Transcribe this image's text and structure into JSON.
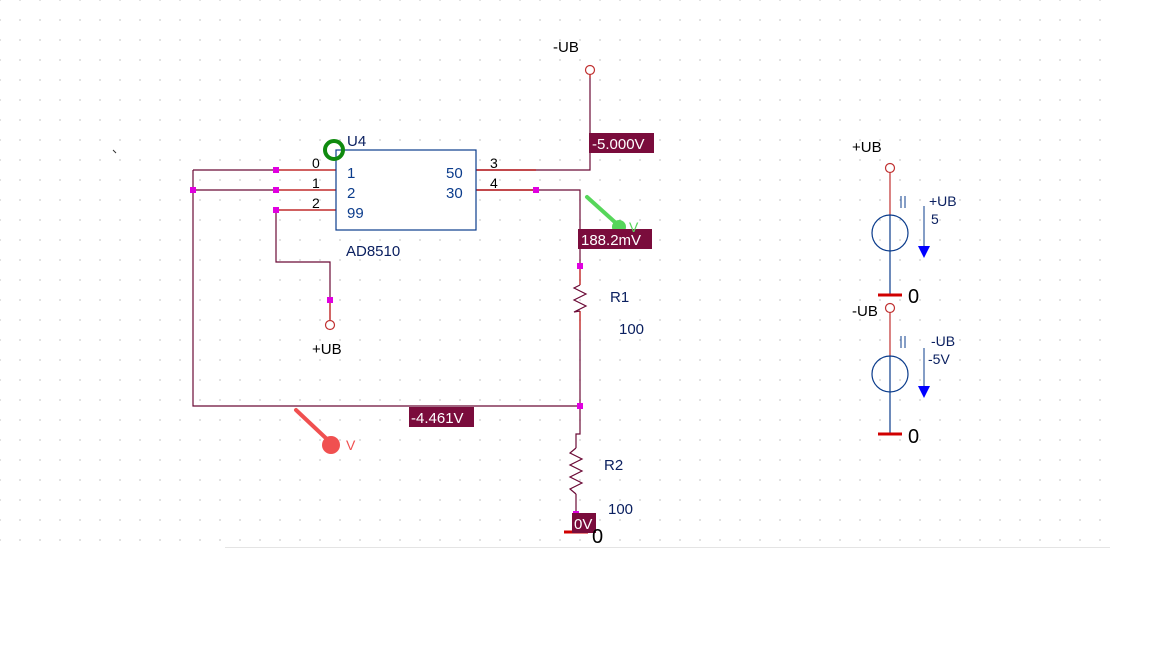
{
  "schematic": {
    "opamp": {
      "ref": "U4",
      "value": "AD8510",
      "pins_left": [
        "1",
        "2",
        "99"
      ],
      "pins_right": [
        "50",
        "30"
      ]
    },
    "pin_numbers": {
      "n0": "0",
      "n1": "1",
      "n2": "2",
      "n3": "3",
      "n4": "4"
    },
    "net_labels": {
      "neg_supply_top": "-UB",
      "pos_supply_bottom": "+UB"
    },
    "resistors": [
      {
        "ref": "R1",
        "value": "100"
      },
      {
        "ref": "R2",
        "value": "100"
      }
    ],
    "voltage_markers": {
      "neg_rail": "-5.000V",
      "output": "188.2mV",
      "mid_node": "-4.461V",
      "ground_node": "0V"
    },
    "probe_label": "V",
    "ground_label": "0",
    "sources": [
      {
        "net": "+UB",
        "name": "+UB",
        "value": "5",
        "ground": "0"
      },
      {
        "net": "-UB",
        "name": "-UB",
        "value": "-5V",
        "ground": "0"
      }
    ],
    "colors": {
      "wire": "#6b0a36",
      "node": "#e000e0",
      "pin_wire": "#b40000",
      "marker_bg": "#7a0c3c",
      "probe": "#f05050",
      "green_probe": "#56d65a",
      "arrow": "#0000ff",
      "gnd_bar": "#d00000"
    }
  }
}
